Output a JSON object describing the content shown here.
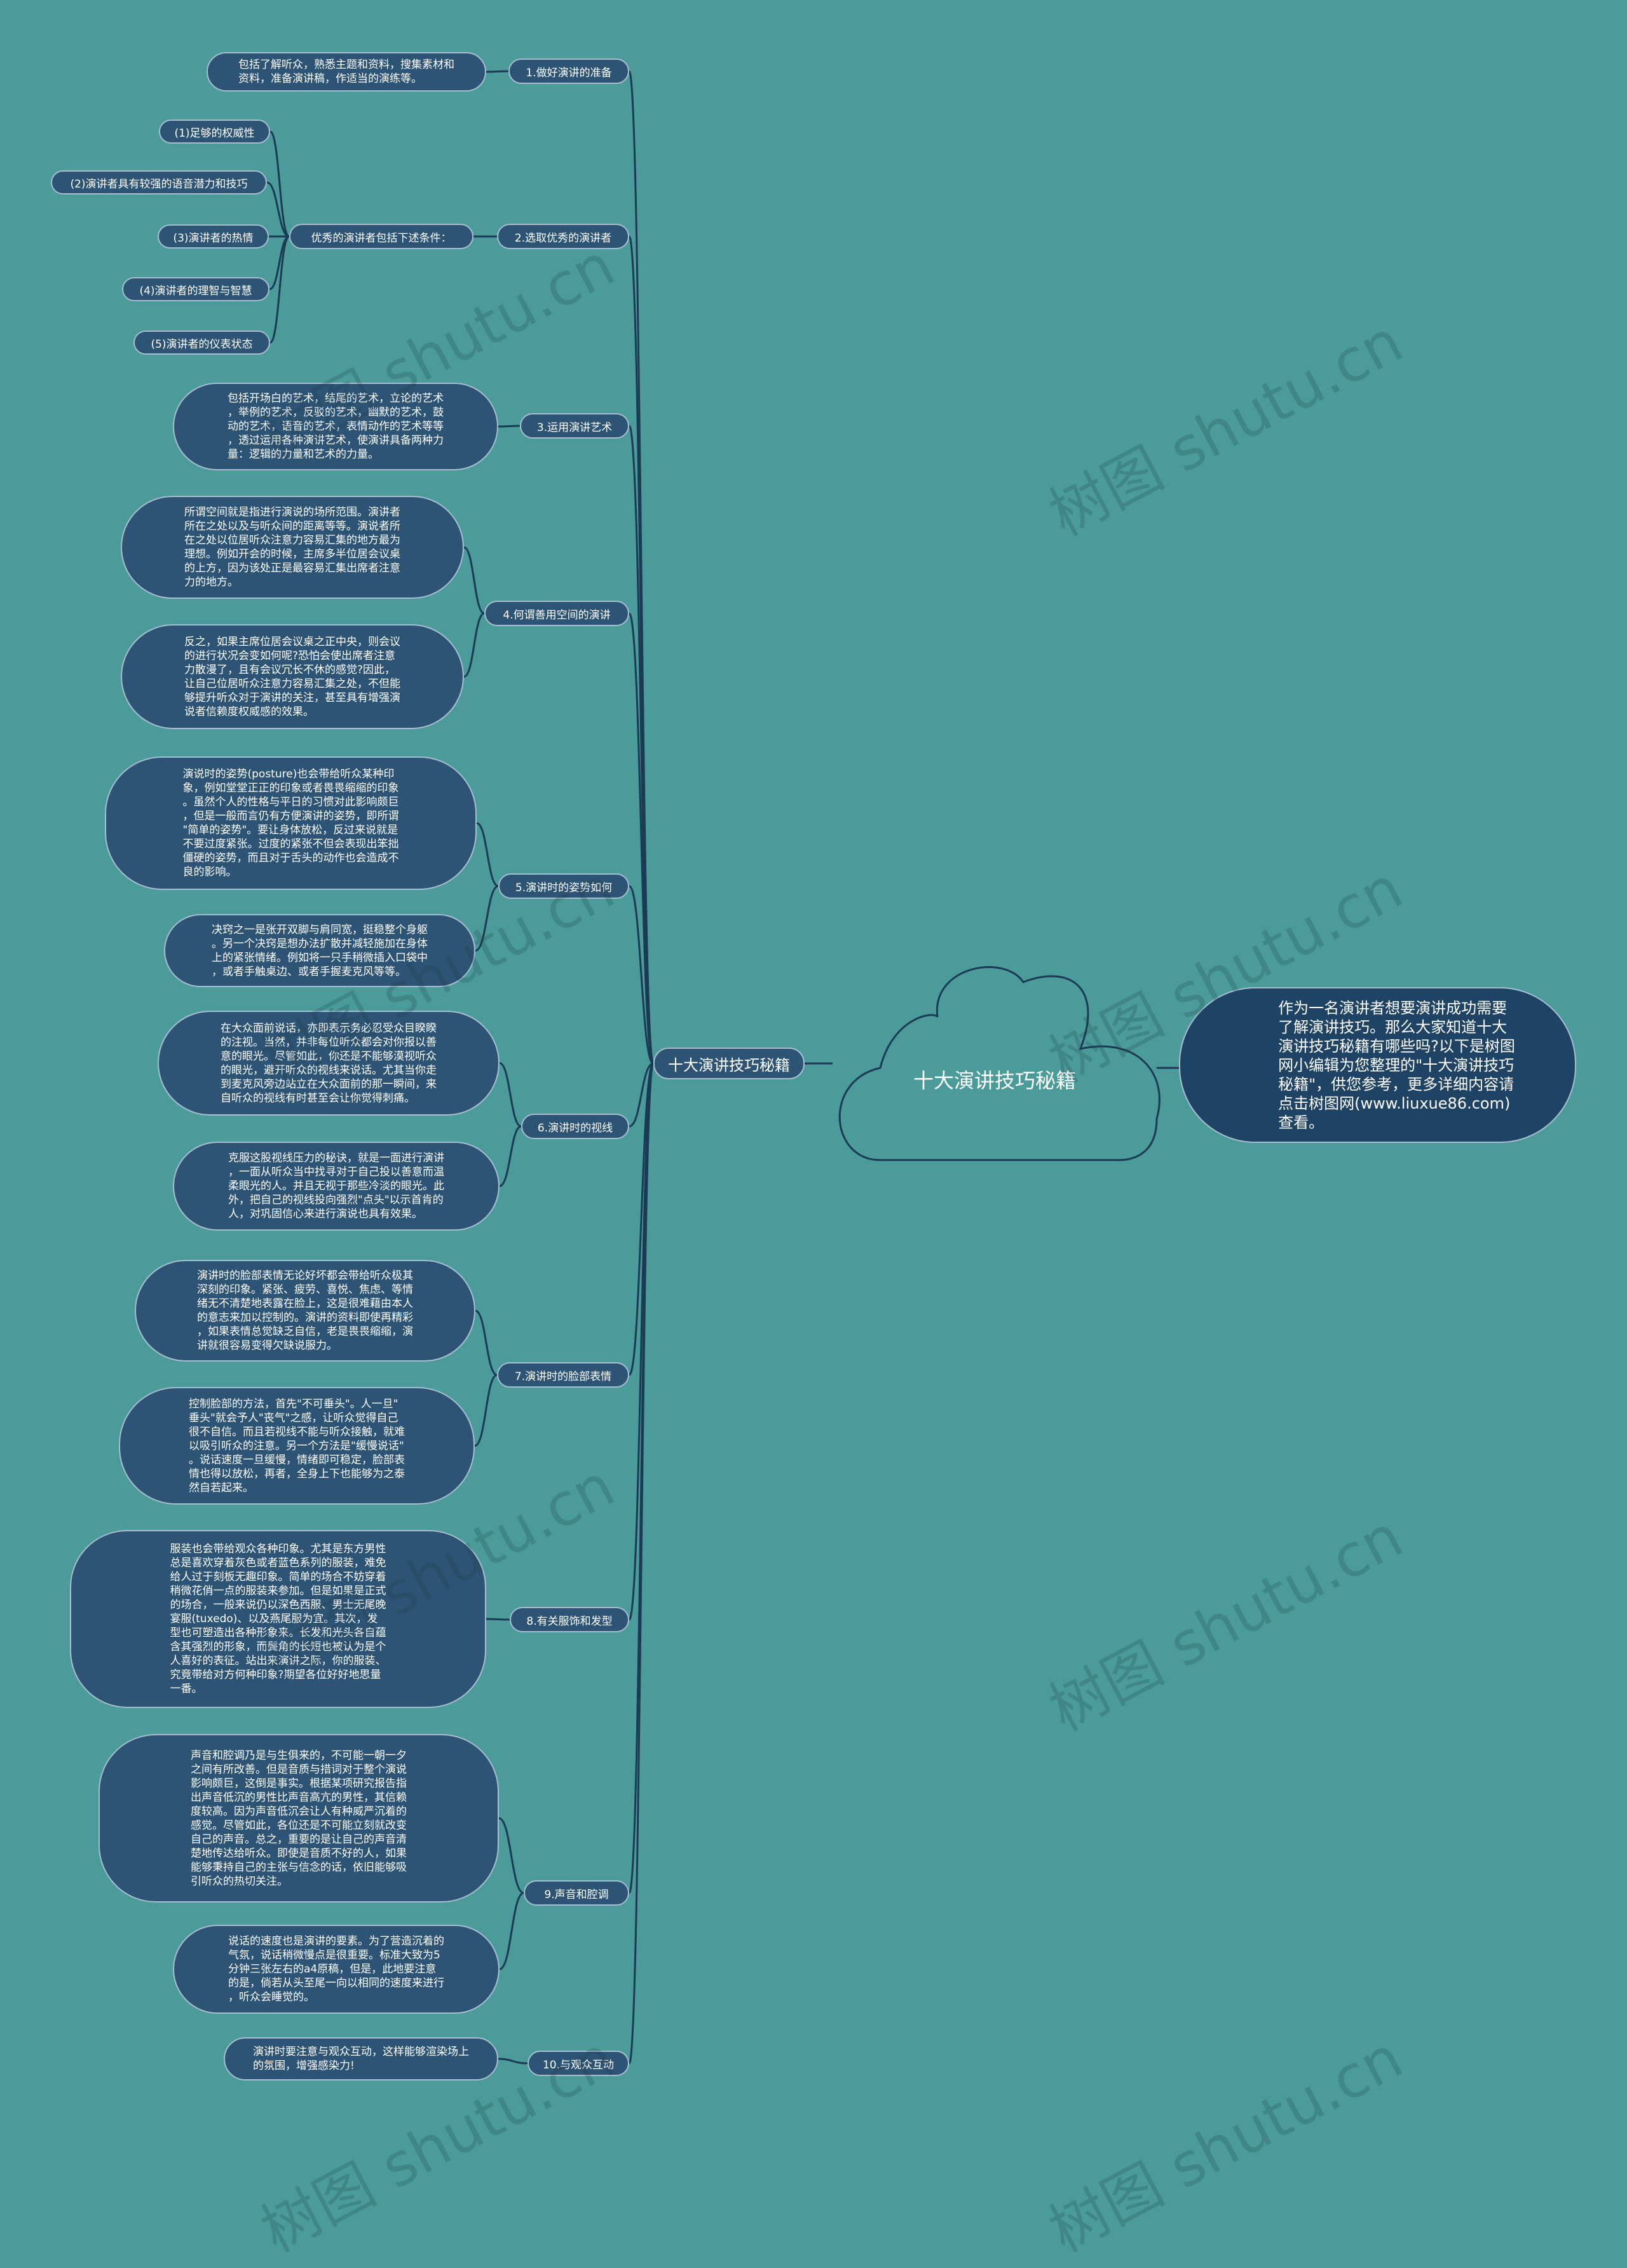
{
  "root": {
    "title": "十大演讲技巧秘籍"
  },
  "center_branch": {
    "label": "十大演讲技巧秘籍"
  },
  "intro": {
    "text": "作为一名演讲者想要演讲成功需要\n了解演讲技巧。那么大家知道十大\n演讲技巧秘籍有哪些吗?以下是树图\n网小编辑为您整理的\"十大演讲技巧\n秘籍\"，供您参考，更多详细内容请\n点击树图网(www.liuxue86.com)\n查看。"
  },
  "watermark": "树图 shutu.cn",
  "branches": [
    {
      "label": "1.做好演讲的准备",
      "leaves": [
        "包括了解听众，熟悉主题和资料，搜集素材和\n资料，准备演讲稿，作适当的演练等。"
      ]
    },
    {
      "label": "2.选取优秀的演讲者",
      "mid": "优秀的演讲者包括下述条件：",
      "leaves": [
        "(1)足够的权威性",
        "(2)演讲者具有较强的语音潜力和技巧",
        "(3)演讲者的热情",
        "(4)演讲者的理智与智慧",
        "(5)演讲者的仪表状态"
      ]
    },
    {
      "label": "3.运用演讲艺术",
      "leaves": [
        "包括开场白的艺术，结尾的艺术，立论的艺术\n，举例的艺术，反驳的艺术，幽默的艺术，鼓\n动的艺术，语音的艺术，表情动作的艺术等等\n，透过运用各种演讲艺术，使演讲具备两种力\n量：逻辑的力量和艺术的力量。"
      ]
    },
    {
      "label": "4.何谓善用空间的演讲",
      "leaves": [
        "所谓空间就是指进行演说的场所范围。演讲者\n所在之处以及与听众间的距离等等。演说者所\n在之处以位居听众注意力容易汇集的地方最为\n理想。例如开会的时候，主席多半位居会议桌\n的上方，因为该处正是最容易汇集出席者注意\n力的地方。",
        "反之，如果主席位居会议桌之正中央，则会议\n的进行状况会变如何呢?恐怕会使出席者注意\n力散漫了，且有会议冗长不休的感觉?因此，\n让自己位居听众注意力容易汇集之处，不但能\n够提升听众对于演讲的关注，甚至具有增强演\n说者信赖度权威感的效果。"
      ]
    },
    {
      "label": "5.演讲时的姿势如何",
      "leaves": [
        "演说时的姿势(posture)也会带给听众某种印\n象，例如堂堂正正的印象或者畏畏缩缩的印象\n。虽然个人的性格与平日的习惯对此影响颇巨\n，但是一般而言仍有方便演讲的姿势，即所谓\n\"简单的姿势\"。要让身体放松，反过来说就是\n不要过度紧张。过度的紧张不但会表现出笨拙\n僵硬的姿势，而且对于舌头的动作也会造成不\n良的影响。",
        "决窍之一是张开双脚与肩同宽，挺稳整个身躯\n。另一个决窍是想办法扩散并减轻施加在身体\n上的紧张情绪。例如将一只手稍微插入口袋中\n，或者手触桌边、或者手握麦克风等等。"
      ]
    },
    {
      "label": "6.演讲时的视线",
      "leaves": [
        "在大众面前说话，亦即表示务必忍受众目睽睽\n的注视。当然，并非每位听众都会对你报以善\n意的眼光。尽管如此，你还是不能够漠视听众\n的眼光，避开听众的视线来说话。尤其当你走\n到麦克风旁边站立在大众面前的那一瞬间，来\n自听众的视线有时甚至会让你觉得刺痛。",
        "克服这股视线压力的秘诀，就是一面进行演讲\n，一面从听众当中找寻对于自己投以善意而温\n柔眼光的人。并且无视于那些冷淡的眼光。此\n外，把自己的视线投向强烈\"点头\"以示首肯的\n人，对巩固信心来进行演说也具有效果。"
      ]
    },
    {
      "label": "7.演讲时的脸部表情",
      "leaves": [
        "演讲时的脸部表情无论好坏都会带给听众极其\n深刻的印象。紧张、疲劳、喜悦、焦虑、等情\n绪无不清楚地表露在脸上，这是很难藉由本人\n的意志来加以控制的。演讲的资料即使再精彩\n，如果表情总觉缺乏自信，老是畏畏缩缩，演\n讲就很容易变得欠缺说服力。",
        "控制脸部的方法，首先\"不可垂头\"。人一旦\"\n垂头\"就会予人\"丧气\"之感，让听众觉得自己\n很不自信。而且若视线不能与听众接触，就难\n以吸引听众的注意。另一个方法是\"缓慢说话\"\n。说话速度一旦缓慢，情绪即可稳定，脸部表\n情也得以放松，再者，全身上下也能够为之泰\n然自若起来。"
      ]
    },
    {
      "label": "8.有关服饰和发型",
      "leaves": [
        "服装也会带给观众各种印象。尤其是东方男性\n总是喜欢穿着灰色或者蓝色系列的服装，难免\n给人过于刻板无趣印象。简单的场合不妨穿着\n稍微花俏一点的服装来参加。但是如果是正式\n的场合，一般来说仍以深色西服、男士无尾晚\n宴服(tuxedo)、以及燕尾服为宜。其次，发\n型也可塑造出各种形象来。长发和光头各自蕴\n含其强烈的形象，而鬓角的长短也被认为是个\n人喜好的表征。站出来演讲之际，你的服装、\n究竟带给对方何种印象?期望各位好好地思量\n一番。"
      ]
    },
    {
      "label": "9.声音和腔调",
      "leaves": [
        "声音和腔调乃是与生俱来的，不可能一朝一夕\n之间有所改善。但是音质与措词对于整个演说\n影响颇巨，这倒是事实。根据某项研究报告指\n出声音低沉的男性比声音高亢的男性，其信赖\n度较高。因为声音低沉会让人有种威严沉着的\n感觉。尽管如此，各位还是不可能立刻就改变\n自己的声音。总之，重要的是让自己的声音清\n楚地传达给听众。即使是音质不好的人，如果\n能够秉持自己的主张与信念的话，依旧能够吸\n引听众的热切关注。",
        "说话的速度也是演讲的要素。为了营造沉着的\n气氛，说话稍微慢点是很重要。标准大致为5\n分钟三张左右的a4原稿，但是，此地要注意\n的是，倘若从头至尾一向以相同的速度来进行\n，听众会睡觉的。"
      ]
    },
    {
      "label": "10.与观众互动",
      "leaves": [
        "演讲时要注意与观众互动，这样能够渲染场上\n的氛围，增强感染力!"
      ]
    }
  ],
  "colors": {
    "background": "#4a9b99",
    "node_fill": "#2d5474",
    "node_border": "#a8bdd0",
    "edge": "#1b3a55",
    "cloud": "#193e5f"
  }
}
